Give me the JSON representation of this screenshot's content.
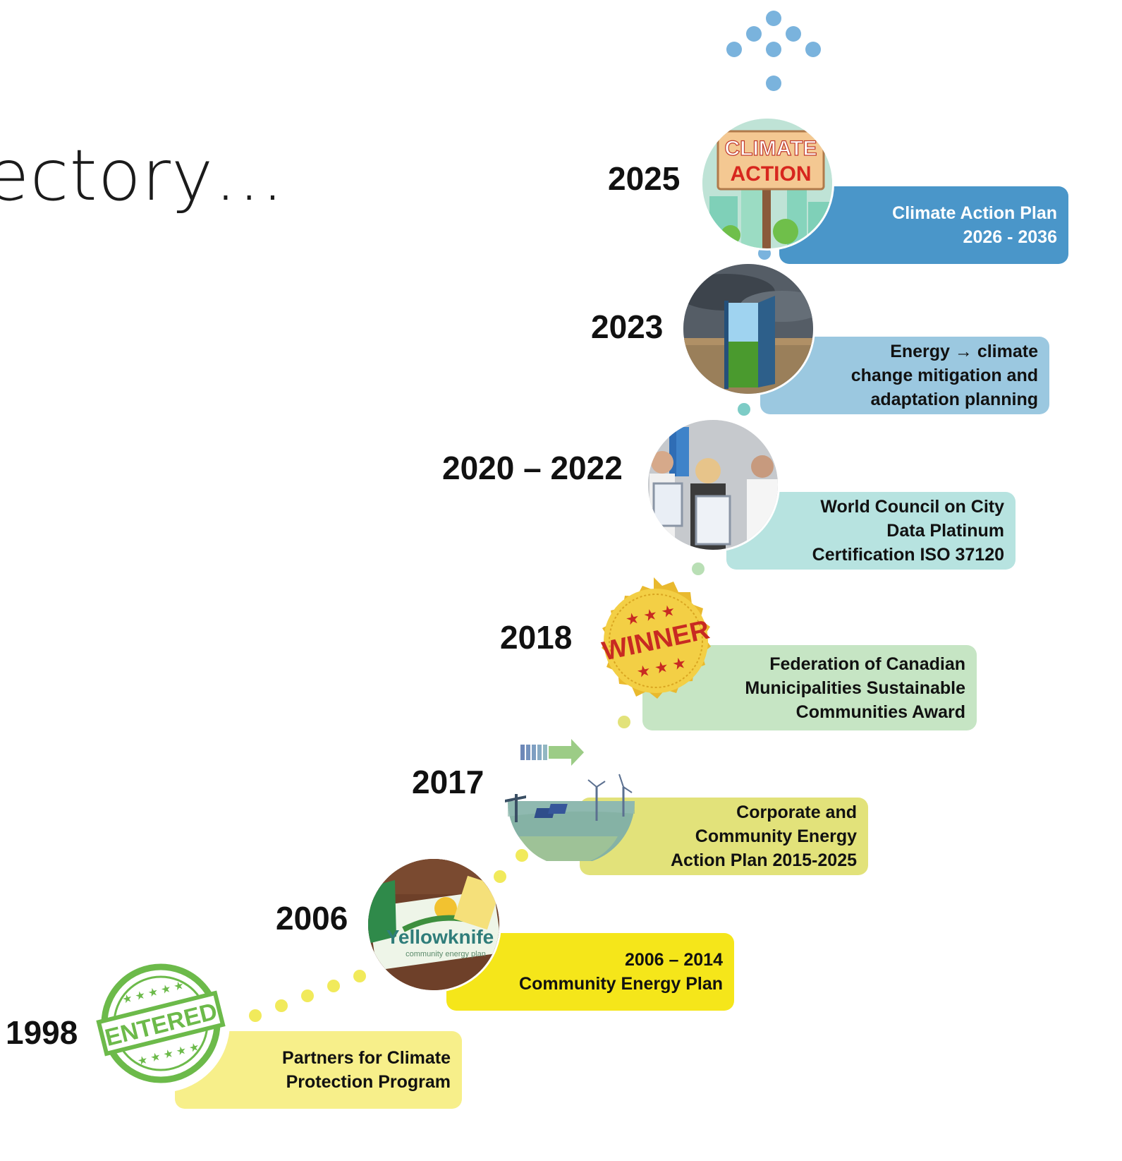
{
  "title": "ectory…",
  "milestones": [
    {
      "year": "2025",
      "text": "Climate Action Plan\n2026 - 2036",
      "color": "#4a96c9",
      "text_color": "#ffffff",
      "image": "climate-action-sign"
    },
    {
      "year": "2023",
      "text": "Energy → climate\nchange mitigation and\nadaptation planning",
      "color": "#9bc8e0",
      "text_color": "#111111",
      "image": "storm-door-field"
    },
    {
      "year": "2020 – 2022",
      "text": "World Council on City\nData Platinum\nCertification ISO 37120",
      "color": "#b7e3e0",
      "text_color": "#111111",
      "image": "certificate-photo"
    },
    {
      "year": "2018",
      "text": "Federation of Canadian\nMunicipalities Sustainable\nCommunities Award",
      "color": "#c6e5c4",
      "text_color": "#111111",
      "image": "winner-seal"
    },
    {
      "year": "2017",
      "text": "Corporate and\nCommunity Energy\nAction Plan 2015-2025",
      "color": "#e2e27a",
      "text_color": "#111111",
      "image": "energy-transition"
    },
    {
      "year": "2006",
      "text": "2006 – 2014\nCommunity Energy Plan",
      "color": "#f5e61a",
      "text_color": "#111111",
      "image": "yellowknife-energy-plan"
    },
    {
      "year": "1998",
      "text": "Partners for Climate\nProtection Program",
      "color": "#f7ef8a",
      "text_color": "#111111",
      "image": "entered-stamp"
    }
  ],
  "images": {
    "climate_sign_line1": "CLIMATE",
    "climate_sign_line2": "ACTION",
    "winner_label": "WINNER",
    "yellowknife_label": "Yellowknife",
    "yellowknife_sub": "community energy plan",
    "stamp_label": "ENTERED"
  },
  "colors": {
    "dot_blue": "#7ab3dd",
    "dot_teal": "#7dccc6",
    "dot_green": "#b9dfb5",
    "dot_yellow": "#f1ea5b"
  }
}
